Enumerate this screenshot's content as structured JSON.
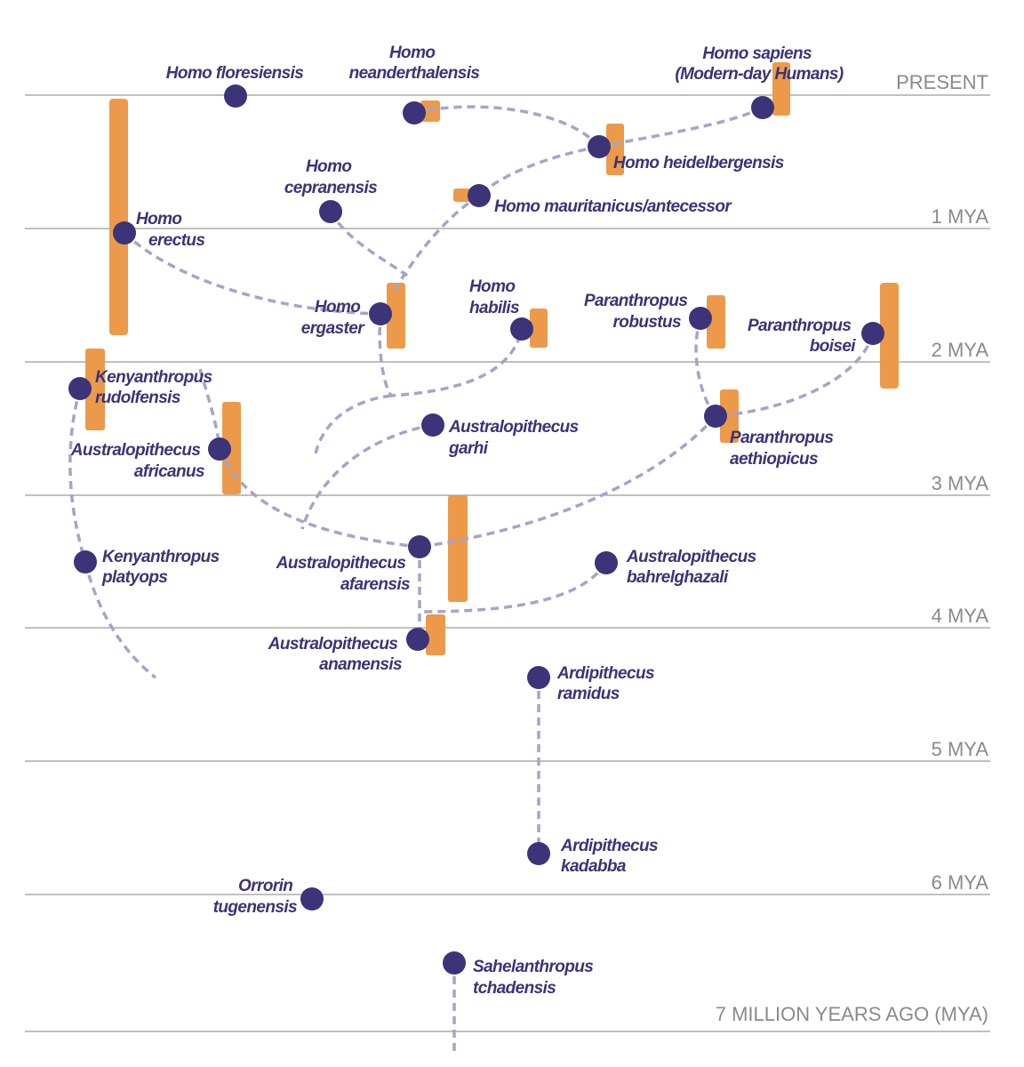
{
  "timeline": {
    "present": "PRESENT",
    "mya1": "1 MYA",
    "mya2": "2 MYA",
    "mya3": "3 MYA",
    "mya4": "4 MYA",
    "mya5": "5 MYA",
    "mya6": "6 MYA",
    "mya7": "7 MILLION YEARS AGO (MYA)"
  },
  "species": {
    "floresiensis": [
      "Homo floresiensis"
    ],
    "neanderthalensis": [
      "Homo",
      "neanderthalensis"
    ],
    "sapiens": [
      "Homo sapiens",
      "(Modern-day Humans)"
    ],
    "heidelbergensis": [
      "Homo heidelbergensis"
    ],
    "cepranensis": [
      "Homo",
      "cepranensis"
    ],
    "mauritanicus": [
      "Homo mauritanicus/antecessor"
    ],
    "erectus": [
      "Homo",
      "erectus"
    ],
    "ergaster": [
      "Homo",
      "ergaster"
    ],
    "habilis": [
      "Homo",
      "habilis"
    ],
    "robustus": [
      "Paranthropus",
      "robustus"
    ],
    "boisei": [
      "Paranthropus",
      "boisei"
    ],
    "rudolfensis": [
      "Kenyanthropus",
      "rudolfensis"
    ],
    "africanus": [
      "Australopithecus",
      "africanus"
    ],
    "garhi": [
      "Australopithecus",
      "garhi"
    ],
    "aethiopicus": [
      "Paranthropus",
      "aethiopicus"
    ],
    "platyops": [
      "Kenyanthropus",
      "platyops"
    ],
    "afarensis": [
      "Australopithecus",
      "afarensis"
    ],
    "bahrelghazali": [
      "Australopithecus",
      "bahrelghazali"
    ],
    "anamensis": [
      "Australopithecus",
      "anamensis"
    ],
    "ramidus": [
      "Ardipithecus",
      "ramidus"
    ],
    "kadabba": [
      "Ardipithecus",
      "kadabba"
    ],
    "tugenensis": [
      "Orrorin",
      "tugenensis"
    ],
    "tchadensis": [
      "Sahelanthropus",
      "tchadensis"
    ]
  },
  "colors": {
    "node": "#3b3478",
    "range_bar": "#ec9a4a",
    "lineage": "#a6a4c9",
    "timeline": "#9a9a9a"
  }
}
